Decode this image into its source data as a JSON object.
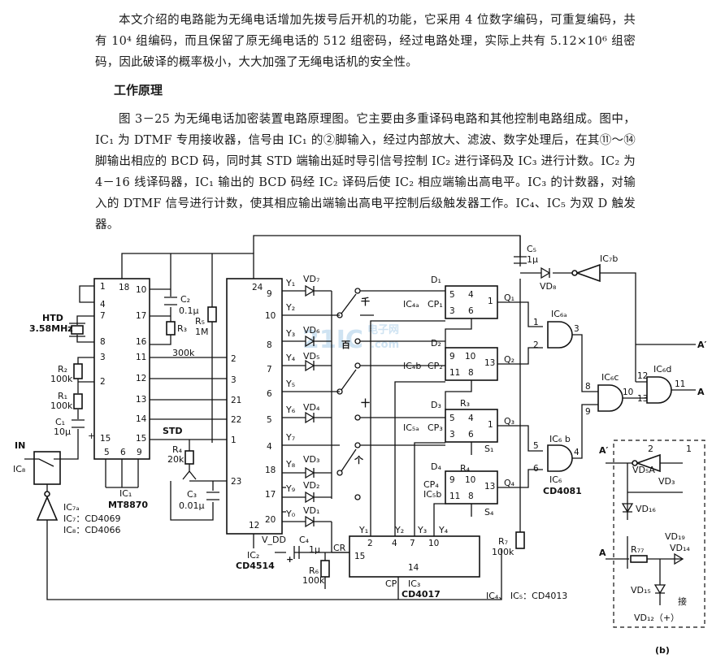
{
  "text": {
    "para1": "本文介绍的电路能为无绳电话增加先拨号后开机的功能，它采用 4 位数字编码，可重复编码，共有 10⁴ 组编码，而且保留了原无绳电话的 512 组密码，经过电路处理，实际上共有 5.12×10⁶ 组密码，因此破译的概率极小，大大加强了无绳电话机的安全性。",
    "heading": "工作原理",
    "para2": "图 3－25 为无绳电话加密装置电路原理图。它主要由多重译码电路和其他控制电路组成。图中，IC₁ 为 DTMF 专用接收器，信号由 IC₁ 的②脚输入，经过内部放大、滤波、数字处理后，在其⑪～⑭脚输出相应的 BCD 码，同时其 STD 端输出延时导引信号控制 IC₂ 进行译码及 IC₃ 进行计数。IC₂ 为 4－16 线译码器，IC₁ 输出的 BCD 码经 IC₂ 译码后使 IC₂ 相应端输出高电平。IC₃ 的计数器，对输入的 DTMF 信号进行计数，使其相应输出端输出高电平控制后级触发器工作。IC₄、IC₅ 为双 D 触发器。"
  },
  "schematic": {
    "caption": "(b)",
    "watermark": "21IC",
    "watermark_sub1": "电子网",
    "watermark_sub2": ".com",
    "ic1": {
      "name": "IC₁",
      "part": "MT8870",
      "left_pins": [
        "1",
        "4",
        "7",
        "8",
        "3",
        "2",
        "15"
      ],
      "top_pins": [
        "18"
      ],
      "right_pins": [
        "10",
        "17",
        "16",
        "11",
        "12",
        "13",
        "14",
        "15"
      ],
      "bottom_pins": [
        "5",
        "6",
        "9"
      ]
    },
    "ic2": {
      "name": "IC₂",
      "part": "CD4514",
      "left_pins": [
        "2",
        "3",
        "21",
        "22",
        "1",
        "23"
      ],
      "top_pin": "24",
      "bottom_pin": "12",
      "right_pins": [
        "9",
        "10",
        "8",
        "7",
        "6",
        "5",
        "4",
        "18",
        "17",
        "20"
      ],
      "outputs": [
        "Y₁",
        "Y₂",
        "Y₃",
        "Y₄",
        "Y₅",
        "Y₆",
        "Y₇",
        "Y₈",
        "Y₉",
        "Y₀"
      ]
    },
    "ic3": {
      "name": "IC₃",
      "part": "CD4017",
      "pins": [
        "2",
        "4",
        "7",
        "10",
        "15",
        "14"
      ],
      "outputs": [
        "Y₁",
        "Y₂",
        "Y₃",
        "Y₄"
      ],
      "cr": "CR",
      "cp": "CP"
    },
    "diodes": [
      "VD₇",
      "VD₆",
      "VD₅",
      "VD₄",
      "VD₃",
      "VD₂",
      "VD₁"
    ],
    "flipflops": [
      {
        "d": "D₁",
        "name": "IC₄ₐ",
        "cp": "CP₁",
        "q": "Q₁",
        "pins": [
          "5",
          "4",
          "1",
          "3",
          "6"
        ]
      },
      {
        "d": "D₂",
        "name": "IC₄b",
        "cp": "CP₂",
        "q": "Q₂",
        "pins": [
          "9",
          "10",
          "13",
          "11",
          "8"
        ]
      },
      {
        "d": "D₃",
        "name": "IC₅ₐ",
        "cp": "CP₃",
        "q": "Q₃",
        "pins": [
          "5",
          "4",
          "1",
          "3",
          "6"
        ],
        "s": "S₁",
        "r": "R₃"
      },
      {
        "d": "D₄",
        "name": "IC₅b",
        "cp": "CP₄",
        "q": "Q₄",
        "pins": [
          "9",
          "10",
          "13",
          "11",
          "8"
        ],
        "s": "S₄",
        "r": "R₄"
      }
    ],
    "gates": {
      "ic6a": "IC₆ₐ",
      "ic6b": "IC₆ b",
      "ic6": "IC₆",
      "ic6_part": "CD4081",
      "ic6c": "IC₆c",
      "ic6d": "IC₆d",
      "ic7a": "IC₇ₐ",
      "ic7b": "IC₇b",
      "ic8": "IC₈"
    },
    "gate_pins": {
      "ic6a": [
        "1",
        "2",
        "3"
      ],
      "ic6b": [
        "5",
        "6",
        "4"
      ],
      "ic6c": [
        "8",
        "9",
        "10"
      ],
      "ic6d": [
        "12",
        "13",
        "11"
      ]
    },
    "components": {
      "htd": "HTD",
      "htd_freq": "3.58MHz",
      "r1": "R₁",
      "r1v": "100k",
      "r2": "R₂",
      "r2v": "100k",
      "r3": "R₃",
      "r3v": "300k",
      "r4": "R₄",
      "r4v": "20k",
      "r5": "R₅",
      "r5v": "1M",
      "r6": "R₆",
      "r6v": "100k",
      "r7": "R₇",
      "r7v": "100k",
      "r77": "R₇₇",
      "c1": "C₁",
      "c1v": "10μ",
      "c2": "C₂",
      "c2v": "0.1μ",
      "c3": "C₃",
      "c3v": "0.01μ",
      "c4": "C₄",
      "c4v": "1μ",
      "c5": "C₅",
      "c5v": "1μ",
      "vd8": "VD₈",
      "std": "STD",
      "vdd": "V_DD",
      "in": "IN",
      "plus": "+"
    },
    "notes": {
      "ic78_line1": "IC₇：CD4069",
      "ic78_line2": "IC₈：CD4066",
      "ic45": "IC₄、 IC₅：CD4013"
    },
    "switch_labels": [
      "千",
      "百",
      "十",
      "个"
    ],
    "outputs": {
      "a_prime": "A′",
      "a": "A"
    },
    "inset": {
      "a_prime": "A′",
      "a": "A",
      "pin2": "2",
      "pin1": "1",
      "vd5a": "VD₅A",
      "vd3": "VD₃",
      "vd16": "VD₁₆",
      "vd19": "VD₁₉",
      "vd14": "VD₁₄",
      "vd15": "VD₁₅",
      "vd12": "VD₁₂（+）",
      "jie": "接"
    }
  }
}
